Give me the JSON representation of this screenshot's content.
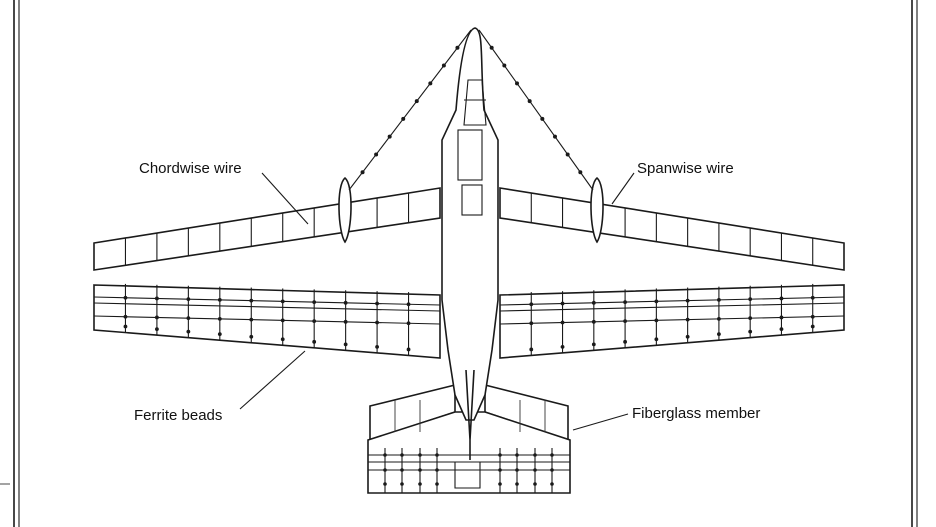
{
  "diagram": {
    "labels": {
      "chordwise_wire": "Chordwise wire",
      "spanwise_wire": "Spanwise wire",
      "ferrite_beads": "Ferrite beads",
      "fiberglass_member": "Fiberglass member"
    }
  }
}
